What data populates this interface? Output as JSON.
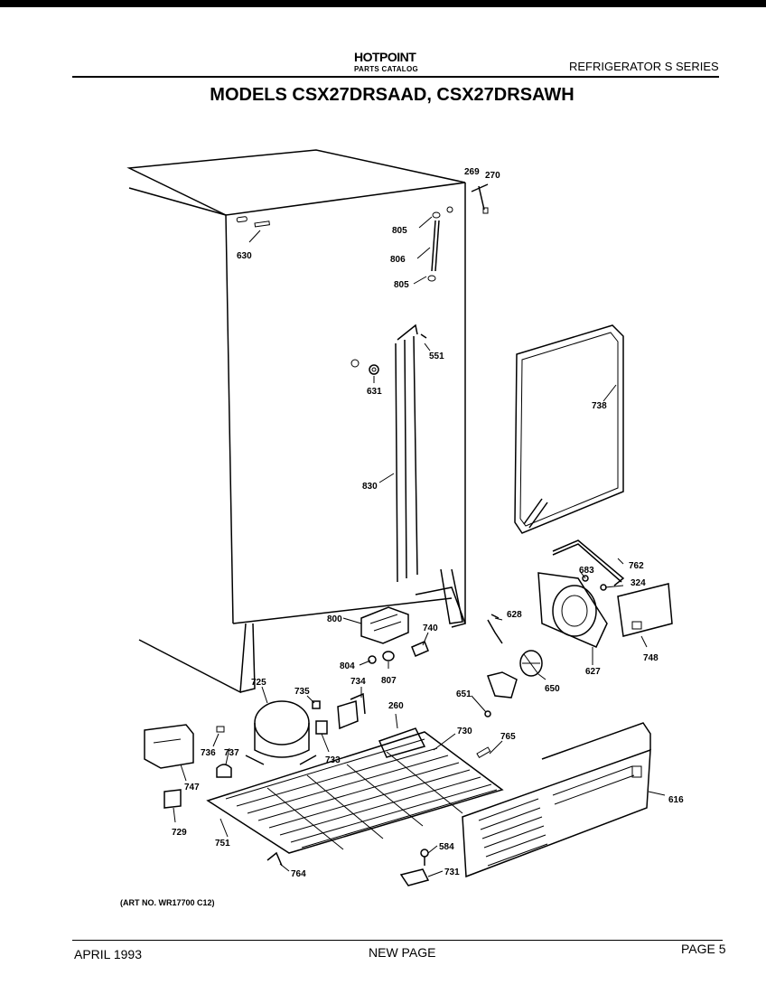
{
  "header": {
    "brand": "HOTPOINT",
    "catalog": "PARTS CATALOG",
    "series": "REFRIGERATOR S SERIES",
    "title": "MODELS CSX27DRSAAD, CSX27DRSAWH"
  },
  "art_number": "(ART NO. WR17700 C12)",
  "footer": {
    "date": "APRIL 1993",
    "note": "NEW PAGE",
    "page": "PAGE 5"
  },
  "callouts": {
    "c269": "269",
    "c270": "270",
    "c805a": "805",
    "c806": "806",
    "c805b": "805",
    "c630": "630",
    "c551": "551",
    "c631": "631",
    "c830": "830",
    "c738": "738",
    "c762": "762",
    "c683": "683",
    "c324": "324",
    "c628": "628",
    "c800": "800",
    "c748": "748",
    "c627": "627",
    "c804": "804",
    "c807": "807",
    "c740": "740",
    "c650": "650",
    "c651": "651",
    "c725": "725",
    "c735": "735",
    "c734": "734",
    "c260": "260",
    "c730": "730",
    "c765": "765",
    "c736": "736",
    "c737": "737",
    "c733": "733",
    "c747": "747",
    "c616": "616",
    "c729": "729",
    "c751": "751",
    "c584": "584",
    "c731": "731",
    "c764": "764"
  }
}
